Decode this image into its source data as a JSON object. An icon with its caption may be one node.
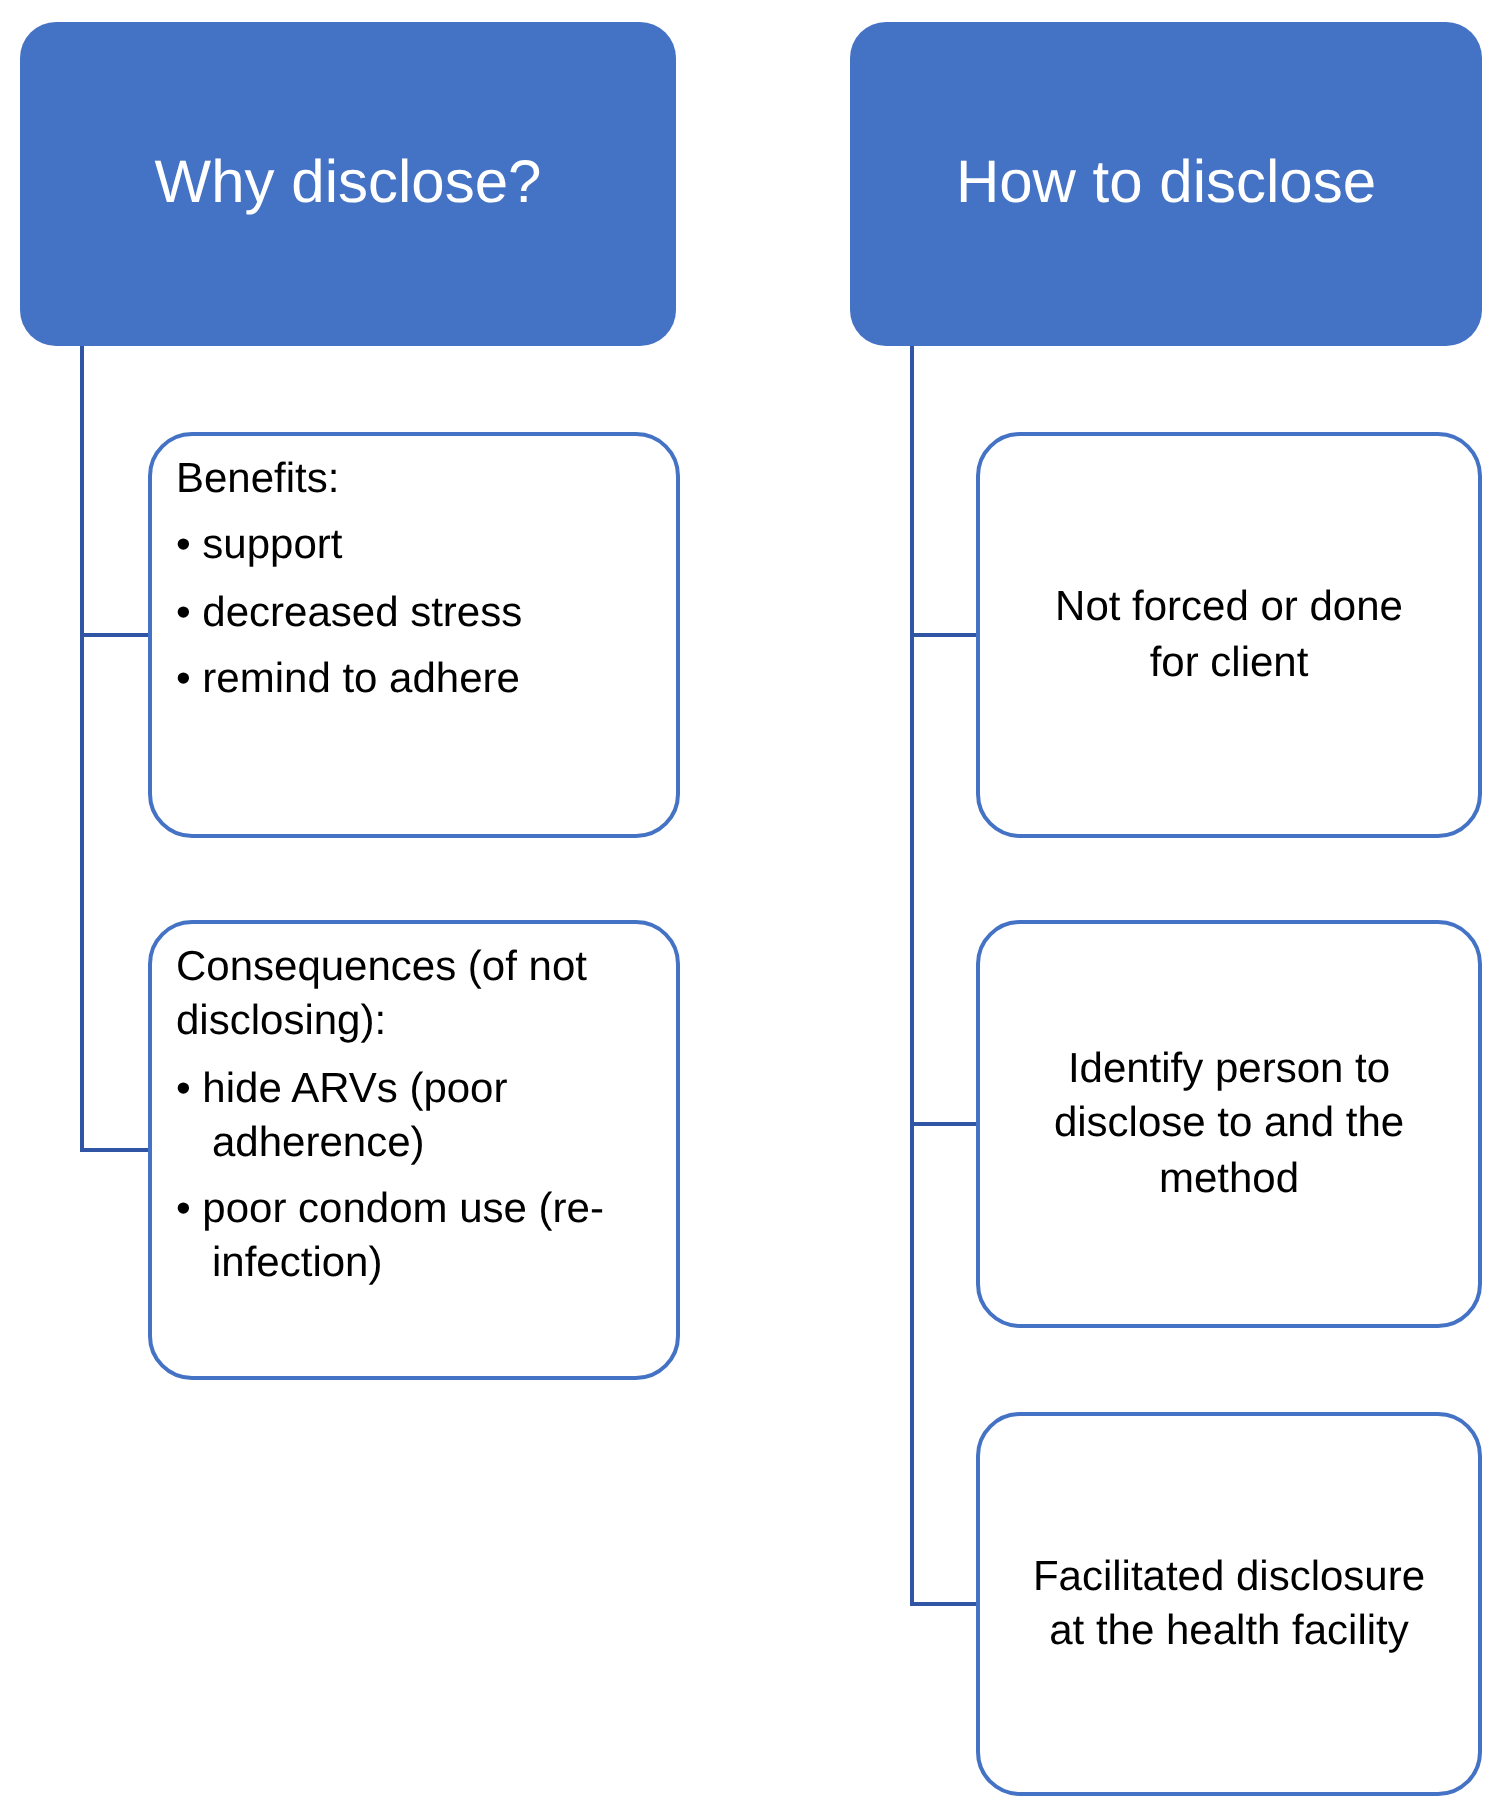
{
  "diagram": {
    "nodes": [
      {
        "text": [
          "Why disclose?"
        ]
      },
      {
        "text": [
          "Benefits:",
          "• support",
          "• decreased stress",
          "• remind to adhere"
        ]
      },
      {
        "text": [
          "Consequences (of not disclosing):",
          "• hide ARVs (poor adherence)",
          "• poor condom use (re-infection)"
        ]
      },
      {
        "text": [
          "How to disclose"
        ]
      },
      {
        "text": [
          "Not forced or done for client"
        ]
      },
      {
        "text": [
          "Identify person to disclose to and the method"
        ]
      },
      {
        "text": [
          "Facilitated disclosure at the health facility"
        ]
      }
    ],
    "edges": [
      {
        "from": 0,
        "to": 1,
        "arrow": "none"
      },
      {
        "from": 0,
        "to": 2,
        "arrow": "none"
      },
      {
        "from": 3,
        "to": 4,
        "arrow": "none"
      },
      {
        "from": 3,
        "to": 5,
        "arrow": "none"
      },
      {
        "from": 3,
        "to": 6,
        "arrow": "none"
      }
    ]
  }
}
